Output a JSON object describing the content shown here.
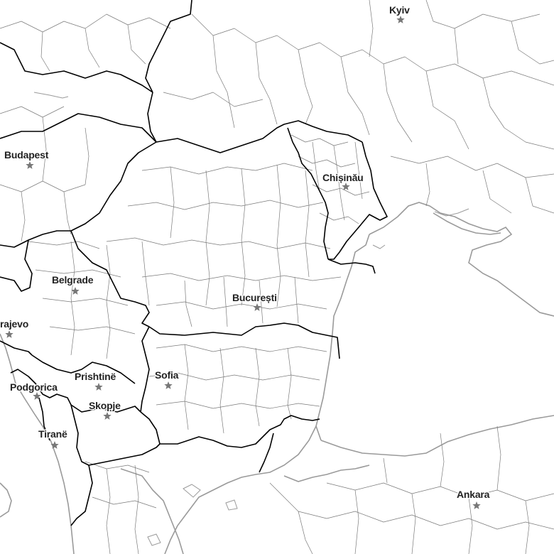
{
  "map": {
    "cities": [
      {
        "id": "kyiv",
        "label": "Kyiv"
      },
      {
        "id": "budapest",
        "label": "Budapest"
      },
      {
        "id": "chisinau",
        "label": "Chișinău"
      },
      {
        "id": "belgrade",
        "label": "Belgrade"
      },
      {
        "id": "bucuresti",
        "label": "București"
      },
      {
        "id": "sarajevo",
        "label": "rajevo"
      },
      {
        "id": "prishtine",
        "label": "Prishtinë"
      },
      {
        "id": "sofia",
        "label": "Sofia"
      },
      {
        "id": "podgorica",
        "label": "Podgorica"
      },
      {
        "id": "skopje",
        "label": "Skopje"
      },
      {
        "id": "tirane",
        "label": "Tiranë"
      },
      {
        "id": "ankara",
        "label": "Ankara"
      }
    ],
    "colors": {
      "background": "#ffffff",
      "country_border": "#000000",
      "region_border": "#7a7a7a",
      "coastline": "#9a9a9a",
      "city_marker": "#777777"
    },
    "icons": {
      "city_marker": "star-icon"
    }
  }
}
